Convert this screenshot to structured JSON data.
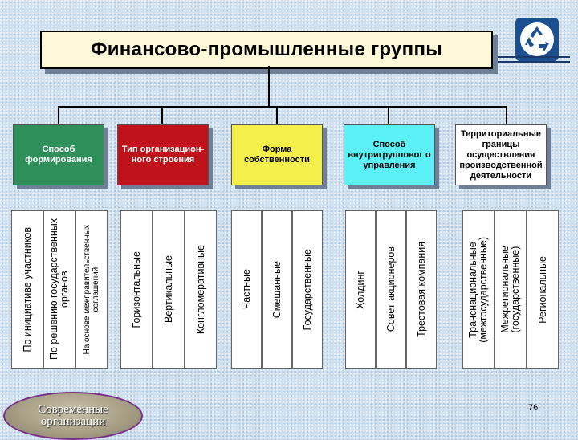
{
  "title": "Финансово-промышленные группы",
  "colors": {
    "cat1": "#2f8f5a",
    "cat2": "#c0121a",
    "cat3": "#f4ef4a",
    "cat4": "#5cf0f8",
    "cat5": "#ffffff"
  },
  "categories": [
    {
      "label": "Способ формирования",
      "items": [
        "На основе межправительственных\nсоглашений",
        "По решению государственных\nорганов",
        "По инициативе участников"
      ]
    },
    {
      "label": "Тип организацион-ного строения",
      "items": [
        "Конгломеративные",
        "Вертикальные",
        "Горизонтальные"
      ]
    },
    {
      "label": "Форма собственности",
      "items": [
        "Государственные",
        "Смешанные",
        "Частные"
      ]
    },
    {
      "label": "Способ внутригрупповог о управления",
      "items": [
        "Трестовая компания",
        "Совет акционеров",
        "Холдинг"
      ]
    },
    {
      "label": "Территориальные границы осуществления производственной деятельности",
      "items": [
        "Региональные",
        "Межрегиональные\n(государственные)",
        "Транснациональные\n(межгосударственные)"
      ]
    }
  ],
  "modern_label": "Современные\nорганизации",
  "page_number": "76",
  "logo_icon": "recycle-icon"
}
